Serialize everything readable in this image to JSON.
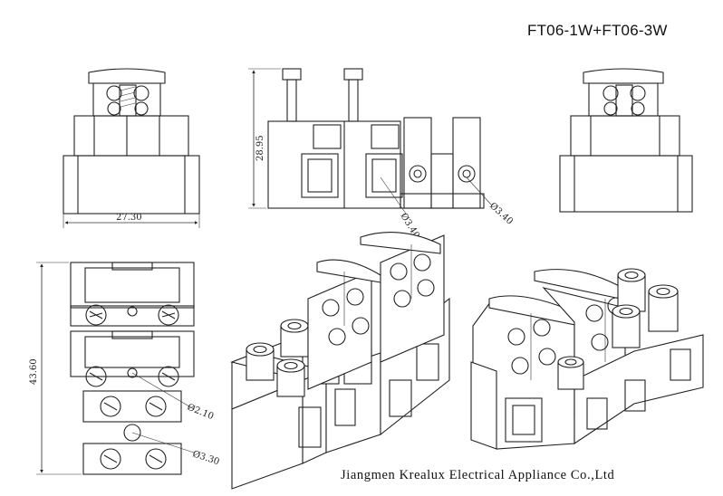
{
  "title": "FT06-1W+FT06-3W",
  "footer": "Jiangmen Krealux Electrical Appliance Co.,Ltd",
  "dimensions": {
    "front_width": "27.30",
    "side_height": "28.95",
    "hole_a": "Ø3.40",
    "hole_b": "Ø3.40",
    "top_length": "43.60",
    "hole_c": "Ø2.10",
    "hole_d": "Ø3.30"
  }
}
